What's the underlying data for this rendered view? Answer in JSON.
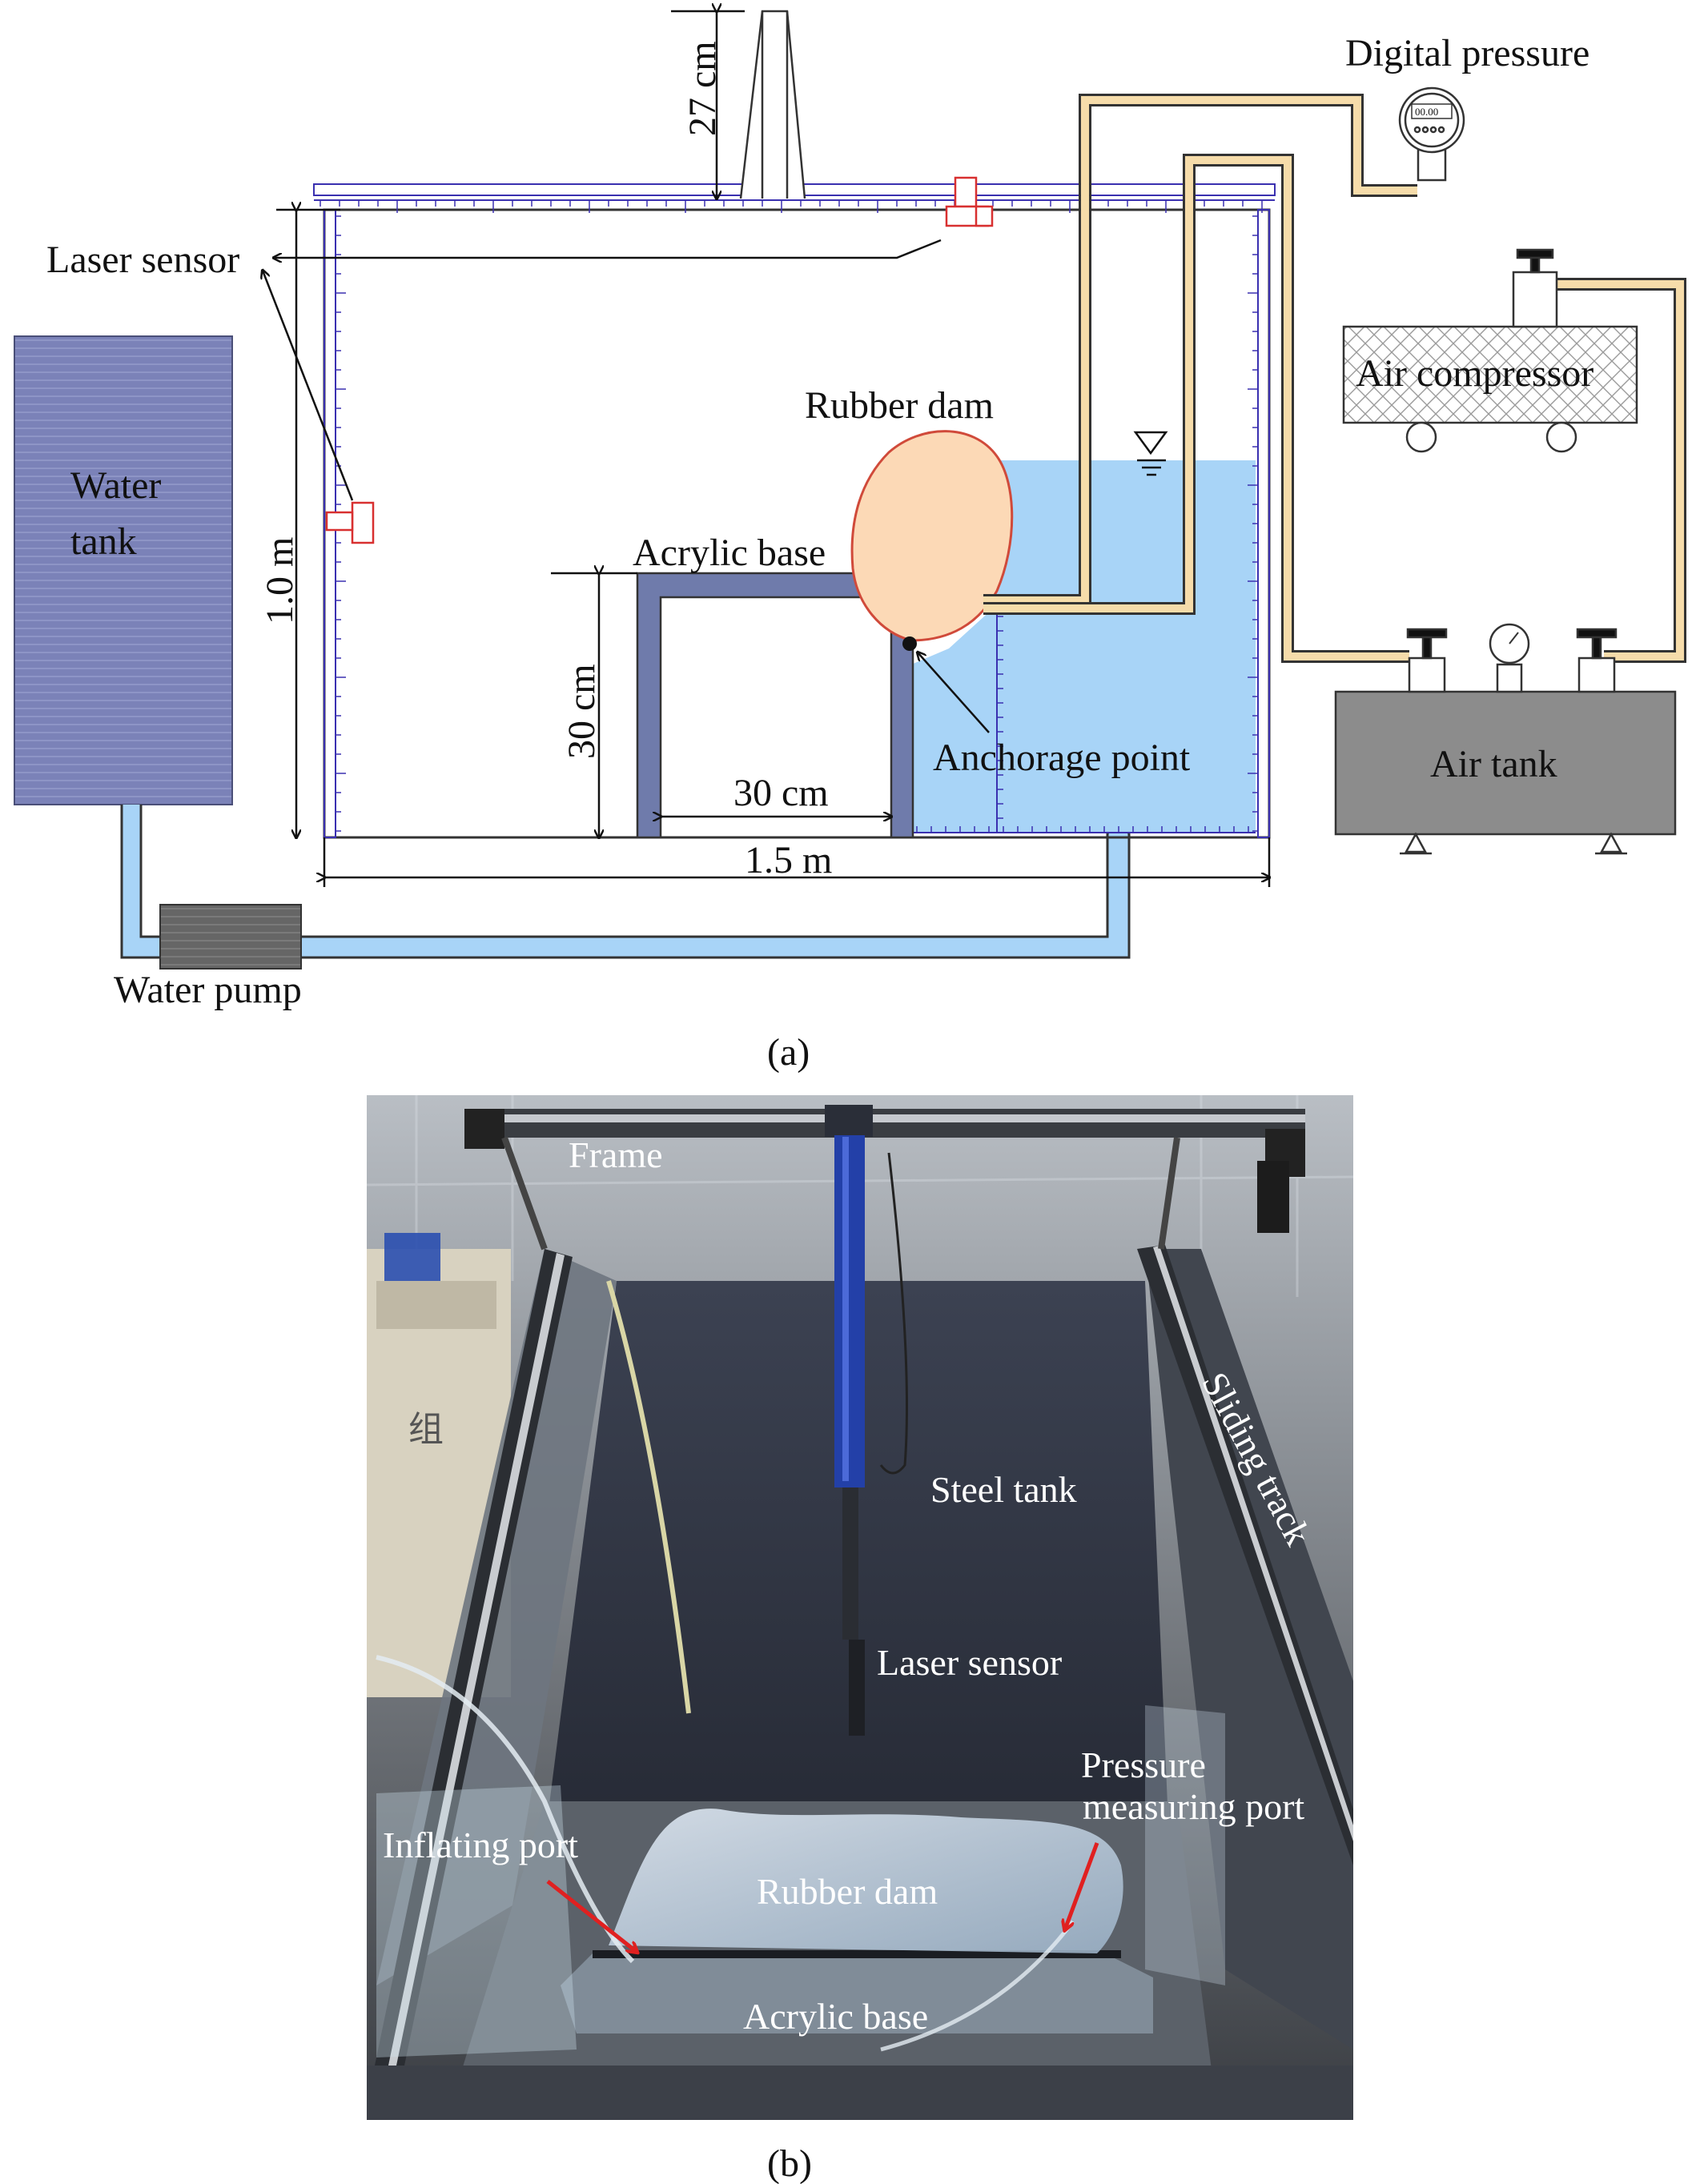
{
  "panel_a": {
    "caption": "(a)",
    "labels": {
      "water_tank_line1": "Water",
      "water_tank_line2": "tank",
      "water_pump": "Water pump",
      "laser_sensor": "Laser sensor",
      "rubber_dam": "Rubber dam",
      "acrylic_base": "Acrylic base",
      "anchorage_point": "Anchorage point",
      "digital_pressure": "Digital pressure",
      "air_compressor": "Air compressor",
      "air_tank": "Air tank",
      "gauge_display": "00.00"
    },
    "dimensions": {
      "height_27": "27 cm",
      "height_1m": "1.0 m",
      "height_30": "30 cm",
      "width_30": "30 cm",
      "width_15": "1.5 m"
    },
    "colors": {
      "water": "#a8d4f7",
      "water_tank": "#7b82b8",
      "acrylic_base": "#6f7bab",
      "rubber_dam": "#fcd9b6",
      "rubber_dam_outline": "#d04a3a",
      "pipe": "#f6dcaa",
      "ruler": "#3a30b0",
      "air_tank": "#8c8c8c",
      "pump": "#6b6b6b"
    }
  },
  "panel_b": {
    "caption": "(b)",
    "labels": {
      "frame": "Frame",
      "steel_tank": "Steel tank",
      "sliding_track": "Sliding track",
      "laser_sensor": "Laser sensor",
      "pressure_port_line1": "Pressure",
      "pressure_port_line2": "measuring port",
      "inflating_port": "Inflating port",
      "rubber_dam": "Rubber dam",
      "acrylic_base": "Acrylic base",
      "side_text": "组"
    },
    "colors": {
      "arrow": "#e02020",
      "label": "#ffffff"
    }
  }
}
